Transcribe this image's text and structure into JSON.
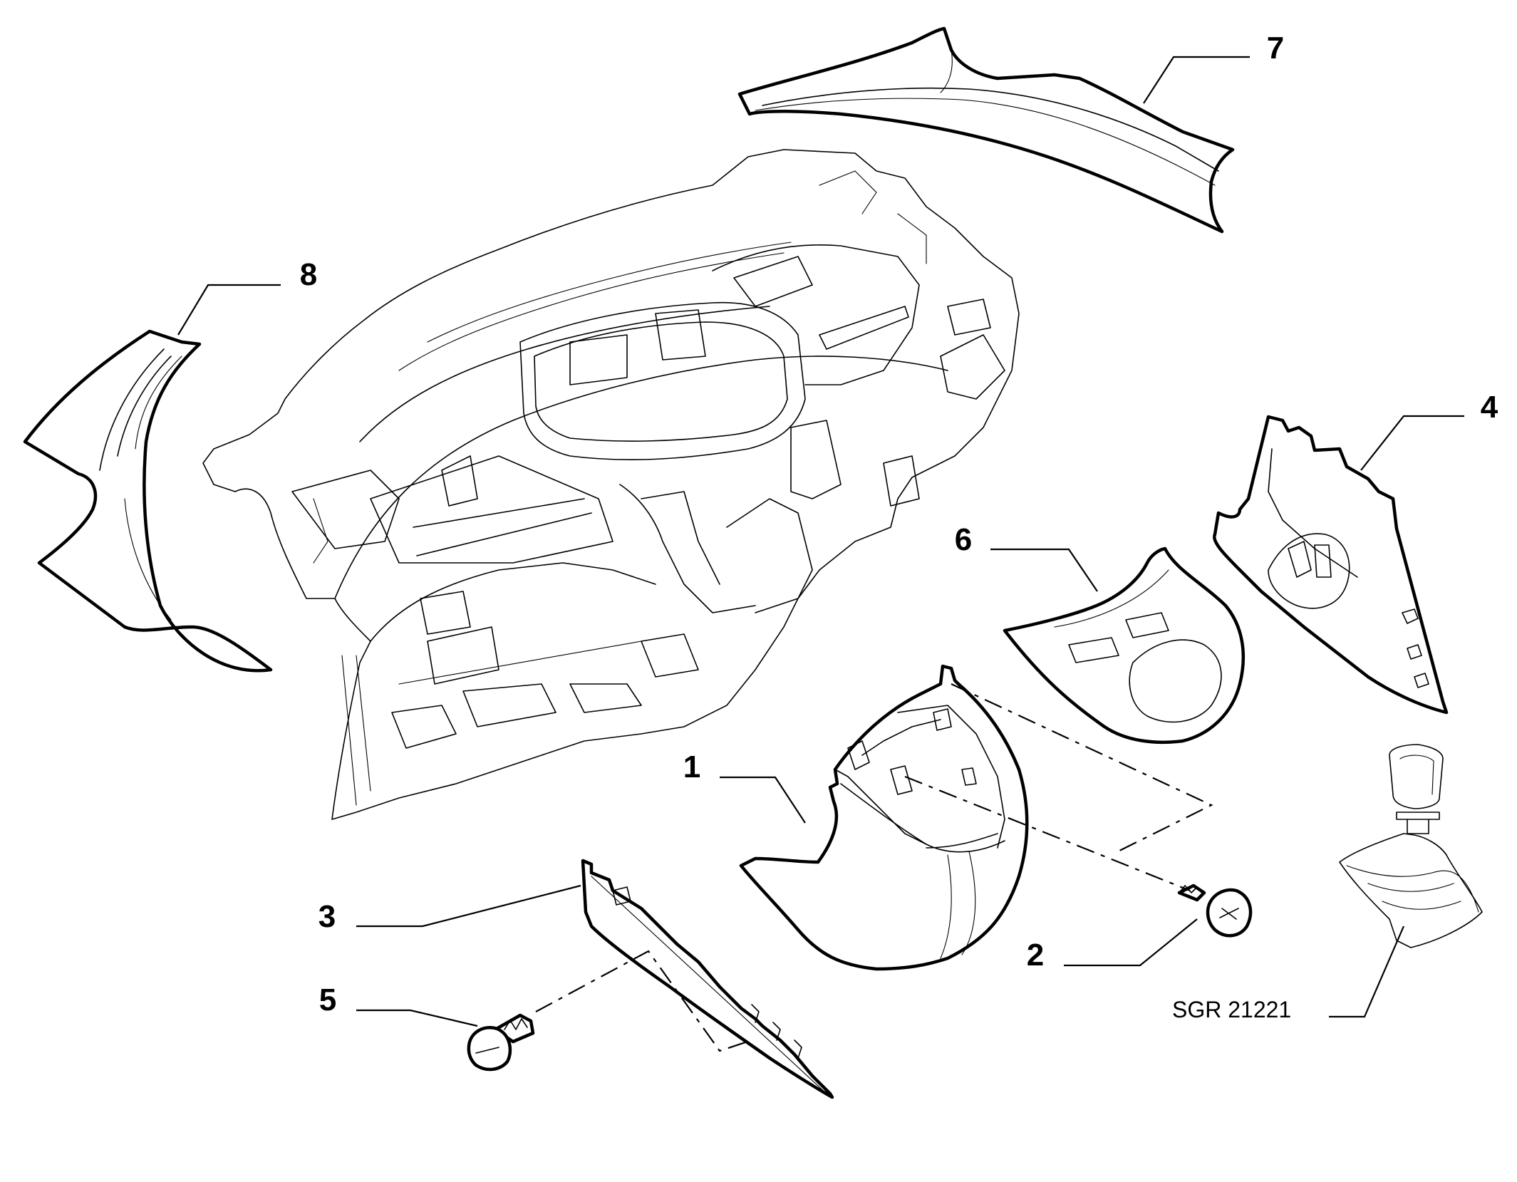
{
  "diagram": {
    "callouts": [
      {
        "id": "1",
        "label": "1"
      },
      {
        "id": "2",
        "label": "2"
      },
      {
        "id": "3",
        "label": "3"
      },
      {
        "id": "4",
        "label": "4"
      },
      {
        "id": "5",
        "label": "5"
      },
      {
        "id": "6",
        "label": "6"
      },
      {
        "id": "7",
        "label": "7"
      },
      {
        "id": "8",
        "label": "8"
      }
    ],
    "reference_code": "SGR 21221",
    "colors": {
      "line": "#000000",
      "background": "#ffffff"
    }
  }
}
